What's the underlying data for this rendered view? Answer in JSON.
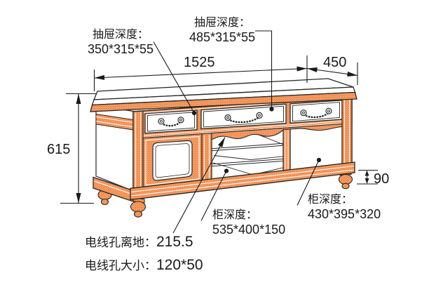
{
  "page": {
    "background": "#ffffff"
  },
  "colors": {
    "wood_base": "#f7a36b",
    "wood_dot": "#e06b2c",
    "outline": "#262626",
    "annotation": "#1a1a1a"
  },
  "callouts": {
    "drawer_left": {
      "title": "抽屉深度：",
      "value": "350*315*55"
    },
    "drawer_middle": {
      "title": "抽屉深度：",
      "value": "485*315*55"
    },
    "cabinet_middle": {
      "title": "柜深度：",
      "value": "535*400*150"
    },
    "cabinet_right": {
      "title": "柜深度：",
      "value": "430*395*320"
    },
    "wire_hole_height": {
      "title": "电线孔离地：",
      "value": "215.5"
    },
    "wire_hole_size": {
      "title": "电线孔大小：",
      "value": "120*50"
    }
  },
  "dimensions": {
    "overall_width": "1525",
    "overall_depth": "450",
    "overall_height": "615",
    "foot_height": "90"
  }
}
